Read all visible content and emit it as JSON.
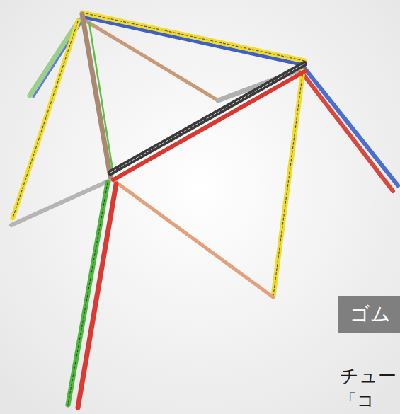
{
  "diagram": {
    "nodes": [
      {
        "text": [
          "ゴム"
        ]
      }
    ],
    "labels": [
      "チュー",
      "「コ"
    ]
  }
}
